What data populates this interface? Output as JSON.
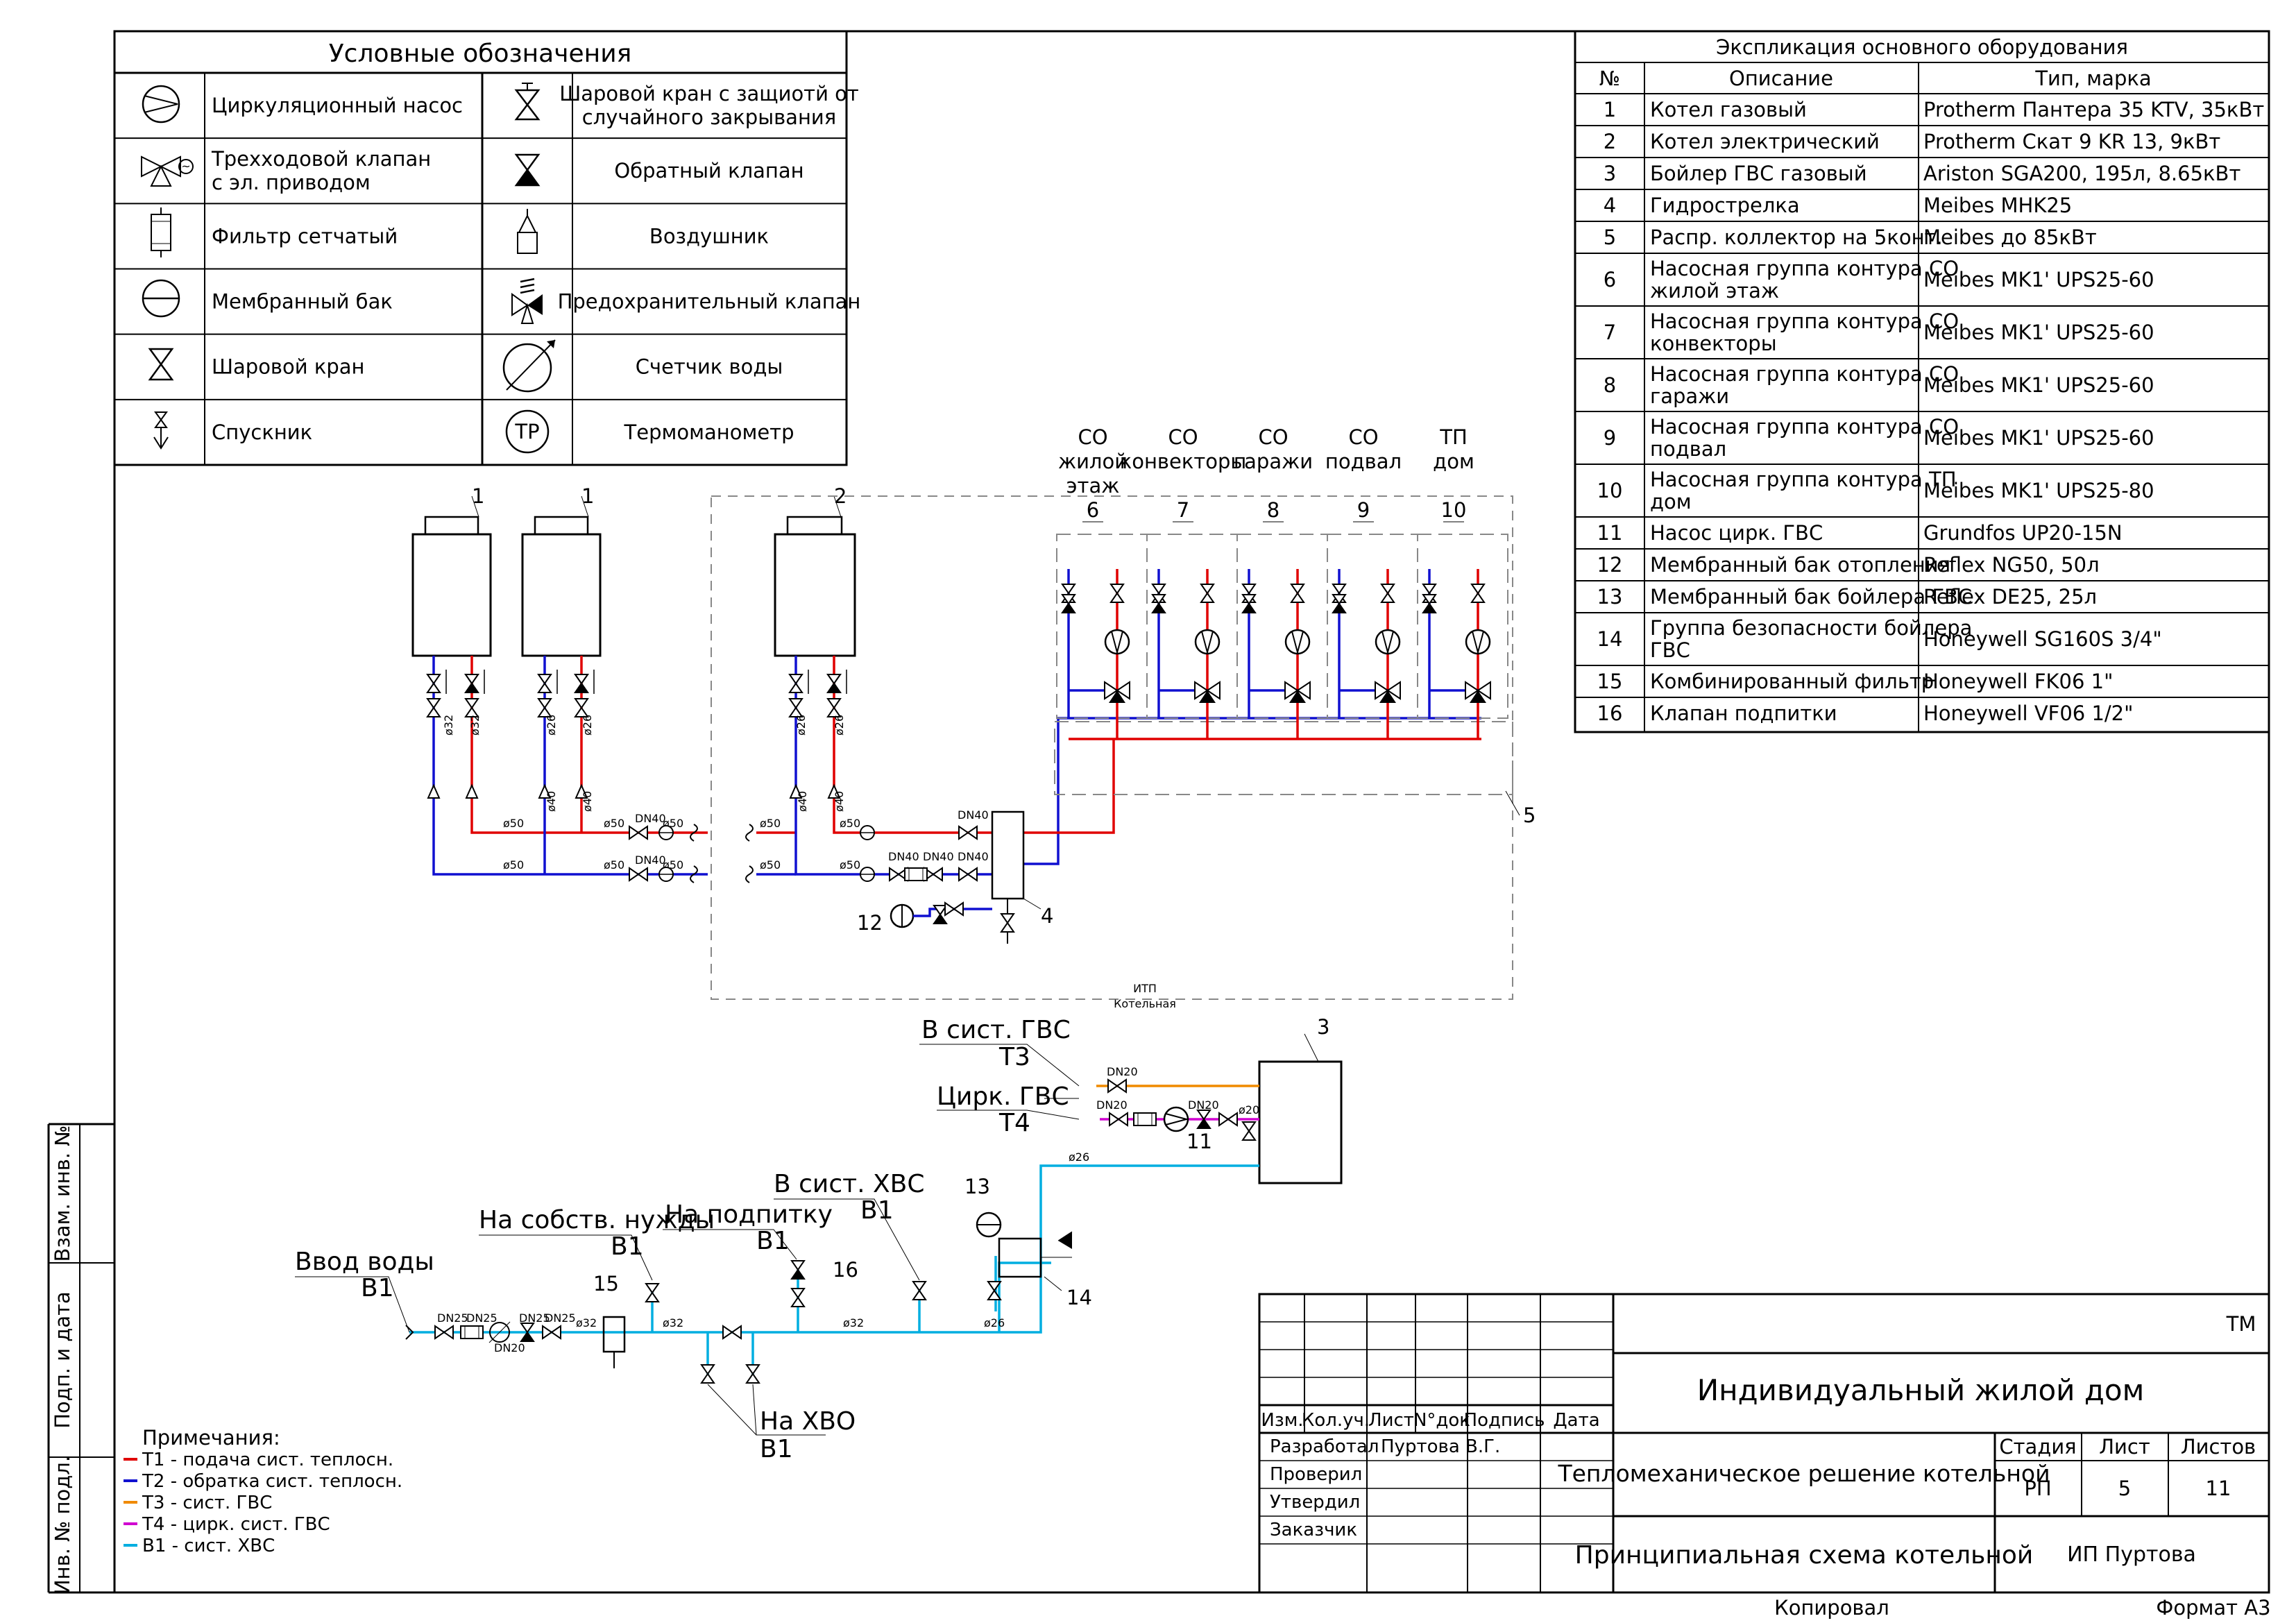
{
  "legend": {
    "title": "Условные обозначения",
    "items_left": [
      {
        "icon": "circulation-pump-icon",
        "label_lines": [
          "Циркуляционный насос"
        ]
      },
      {
        "icon": "three-way-valve-icon",
        "label_lines": [
          "Трехходовой клапан",
          "с эл. приводом"
        ]
      },
      {
        "icon": "mesh-filter-icon",
        "label_lines": [
          "Фильтр сетчатый"
        ]
      },
      {
        "icon": "membrane-tank-icon",
        "label_lines": [
          "Мембранный бак"
        ]
      },
      {
        "icon": "ball-valve-icon",
        "label_lines": [
          "Шаровой кран"
        ]
      },
      {
        "icon": "drain-valve-icon",
        "label_lines": [
          "Спускник"
        ]
      }
    ],
    "items_right": [
      {
        "icon": "protected-ball-valve-icon",
        "label_lines": [
          "Шаровой кран с защиотй от",
          "случайного закрывания"
        ]
      },
      {
        "icon": "check-valve-icon",
        "label_lines": [
          "Обратный клапан"
        ]
      },
      {
        "icon": "air-vent-icon",
        "label_lines": [
          "Воздушник"
        ]
      },
      {
        "icon": "safety-valve-icon",
        "label_lines": [
          "Предохранительный клапан"
        ]
      },
      {
        "icon": "water-meter-icon",
        "label_lines": [
          "Счетчик воды"
        ]
      },
      {
        "icon": "thermomanometer-icon",
        "label_lines": [
          "Термоманометр"
        ]
      }
    ],
    "tp_symbol": "TP"
  },
  "equipment": {
    "title": "Экспликация основного оборудования",
    "headers": [
      "№",
      "Описание",
      "Тип, марка"
    ],
    "rows": [
      {
        "n": "1",
        "desc": [
          "Котел газовый"
        ],
        "type": "Protherm Пантера 35 KTV, 35кВт"
      },
      {
        "n": "2",
        "desc": [
          "Котел электрический"
        ],
        "type": "Protherm Скат 9 KR 13, 9кВт"
      },
      {
        "n": "3",
        "desc": [
          "Бойлер ГВС газовый"
        ],
        "type": "Ariston SGA200, 195л, 8.65кВт"
      },
      {
        "n": "4",
        "desc": [
          "Гидрострелка"
        ],
        "type": "Meibes MHK25"
      },
      {
        "n": "5",
        "desc": [
          "Распр. коллектор на 5конт."
        ],
        "type": "Meibes до 85кВт"
      },
      {
        "n": "6",
        "desc": [
          "Насосная группа контура СО",
          "жилой этаж"
        ],
        "type": "Meibes MK1' UPS25-60"
      },
      {
        "n": "7",
        "desc": [
          "Насосная группа контура СО",
          "конвекторы"
        ],
        "type": "Meibes MK1' UPS25-60"
      },
      {
        "n": "8",
        "desc": [
          "Насосная группа контура СО",
          "гаражи"
        ],
        "type": "Meibes MK1' UPS25-60"
      },
      {
        "n": "9",
        "desc": [
          "Насосная группа контура СО",
          "подвал"
        ],
        "type": "Meibes MK1' UPS25-60"
      },
      {
        "n": "10",
        "desc": [
          "Насосная группа контура ТП",
          "дом"
        ],
        "type": "Meibes MK1' UPS25-80"
      },
      {
        "n": "11",
        "desc": [
          "Насос цирк. ГВС"
        ],
        "type": "Grundfos UP20-15N"
      },
      {
        "n": "12",
        "desc": [
          "Мембранный бак отопления"
        ],
        "type": "Reflex NG50, 50л"
      },
      {
        "n": "13",
        "desc": [
          "Мембранный бак бойлера ГВС"
        ],
        "type": "Reflex DE25, 25л"
      },
      {
        "n": "14",
        "desc": [
          "Группа безопасности бойлера",
          "ГВС"
        ],
        "type": "Honeywell SG160S 3/4\""
      },
      {
        "n": "15",
        "desc": [
          "Комбинированный фильтр"
        ],
        "type": "Honeywell FK06 1\""
      },
      {
        "n": "16",
        "desc": [
          "Клапан подпитки"
        ],
        "type": "Honeywell VF06 1/2\""
      }
    ]
  },
  "scheme": {
    "circuits": [
      {
        "n": "6",
        "label_lines": [
          "СО",
          "жилой",
          "этаж"
        ]
      },
      {
        "n": "7",
        "label_lines": [
          "СО",
          "конвекторы"
        ]
      },
      {
        "n": "8",
        "label_lines": [
          "СО",
          "гаражи"
        ]
      },
      {
        "n": "9",
        "label_lines": [
          "СО",
          "подвал"
        ]
      },
      {
        "n": "10",
        "label_lines": [
          "ТП",
          "дом"
        ]
      }
    ],
    "boiler_labels": [
      "1",
      "1",
      "2"
    ],
    "callouts": {
      "collector": "5",
      "hydro": "4",
      "tank12": "12",
      "boiler3": "3",
      "pump11": "11",
      "tank13": "13",
      "group14": "14",
      "filter15": "15",
      "valve16": "16"
    },
    "itp_label": "ИТП",
    "itp_sublabel": "Котельная",
    "dims": {
      "d50": "ø50",
      "d40": "ø40",
      "d32": "ø32",
      "d26": "ø26",
      "d20": "ø20",
      "dn40": "DN40",
      "dn25": "DN25",
      "dn20": "DN20"
    },
    "dhw_supply": {
      "title": "В сист. ГВС",
      "code": "Т3"
    },
    "dhw_circ": {
      "title": "Цирк. ГВС",
      "code": "Т4"
    },
    "cold_out": {
      "title": "В сист. ХВС",
      "code": "В1"
    },
    "makeup": {
      "title": "На подпитку",
      "code": "В1"
    },
    "own_needs": {
      "title": "На собств. нужды",
      "code": "В1"
    },
    "water_in": {
      "title": "Ввод воды",
      "code": "В1"
    },
    "to_cold": {
      "title": "На ХВО",
      "code": "В1"
    }
  },
  "notes": {
    "title": "Примечания:",
    "items": [
      {
        "color": "#e00000",
        "text": "Т1 - подача сист. теплосн."
      },
      {
        "color": "#1010d0",
        "text": "Т2 - обратка сист. теплосн."
      },
      {
        "color": "#f08a00",
        "text": "Т3 - сист. ГВС"
      },
      {
        "color": "#d000d0",
        "text": "Т4 - цирк. сист. ГВС"
      },
      {
        "color": "#00aee0",
        "text": "В1 - сист. ХВС"
      }
    ]
  },
  "side_stamp": [
    "Взам. инв. №",
    "Подп. и дата",
    "Инв. № подл."
  ],
  "title_block": {
    "code": "ТМ",
    "project": "Индивидуальный жилой дом",
    "col_headers": [
      "Изм.",
      "Кол.уч.",
      "Лист",
      "N°док",
      "Подпись",
      "Дата"
    ],
    "roles": [
      {
        "role": "Разработал",
        "name": "Пуртова В.Г."
      },
      {
        "role": "Проверил",
        "name": ""
      },
      {
        "role": "Утвердил",
        "name": ""
      },
      {
        "role": "Заказчик",
        "name": ""
      }
    ],
    "section": "Тепломеханическое решение котельной",
    "sheet_title": "Принципиальная схема котельной",
    "stage_label": "Стадия",
    "sheet_label": "Лист",
    "sheets_label": "Листов",
    "stage": "РП",
    "sheet": "5",
    "sheets": "11",
    "org": "ИП Пуртова",
    "copied": "Копировал",
    "format": "Формат А3"
  }
}
